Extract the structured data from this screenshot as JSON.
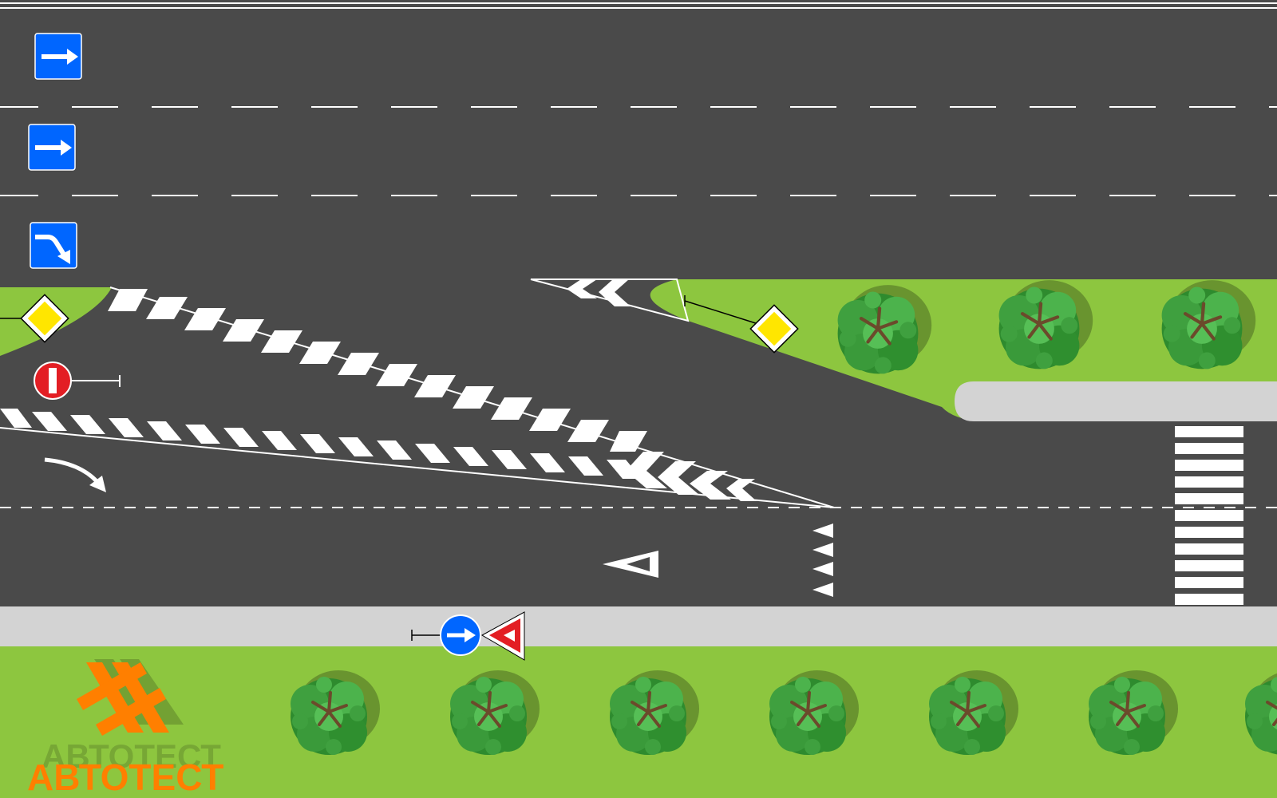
{
  "scene": {
    "description_type": "traffic-situation-diagram",
    "colors": {
      "asphalt": "#4a4a4a",
      "grass": "#8dc63f",
      "sidewalk": "#d3d3d3",
      "road_marking": "#ffffff",
      "sign_blue": "#0066ff",
      "priority_yellow": "#ffe600",
      "stop_red": "#e31e24",
      "logo_orange": "#ff7f00",
      "tree_green": "#2e8b2e"
    },
    "signs": [
      {
        "icon": "lane-direction-straight-sign"
      },
      {
        "icon": "lane-direction-straight-sign"
      },
      {
        "icon": "lane-direction-right-exit-sign"
      },
      {
        "icon": "main-road-sign"
      },
      {
        "icon": "no-entry-sign"
      },
      {
        "icon": "main-road-sign"
      },
      {
        "icon": "keep-right-direction-sign"
      },
      {
        "icon": "give-way-sign"
      }
    ],
    "markings": [
      {
        "icon": "curved-right-arrow-marking"
      },
      {
        "icon": "give-way-triangle-marking"
      },
      {
        "icon": "shark-teeth-marking"
      },
      {
        "icon": "zebra-crossing-marking"
      },
      {
        "icon": "hatched-island-marking"
      }
    ]
  },
  "logo": {
    "text": "АВТОТЕСТ",
    "icon": "avtotest-logo-icon"
  }
}
